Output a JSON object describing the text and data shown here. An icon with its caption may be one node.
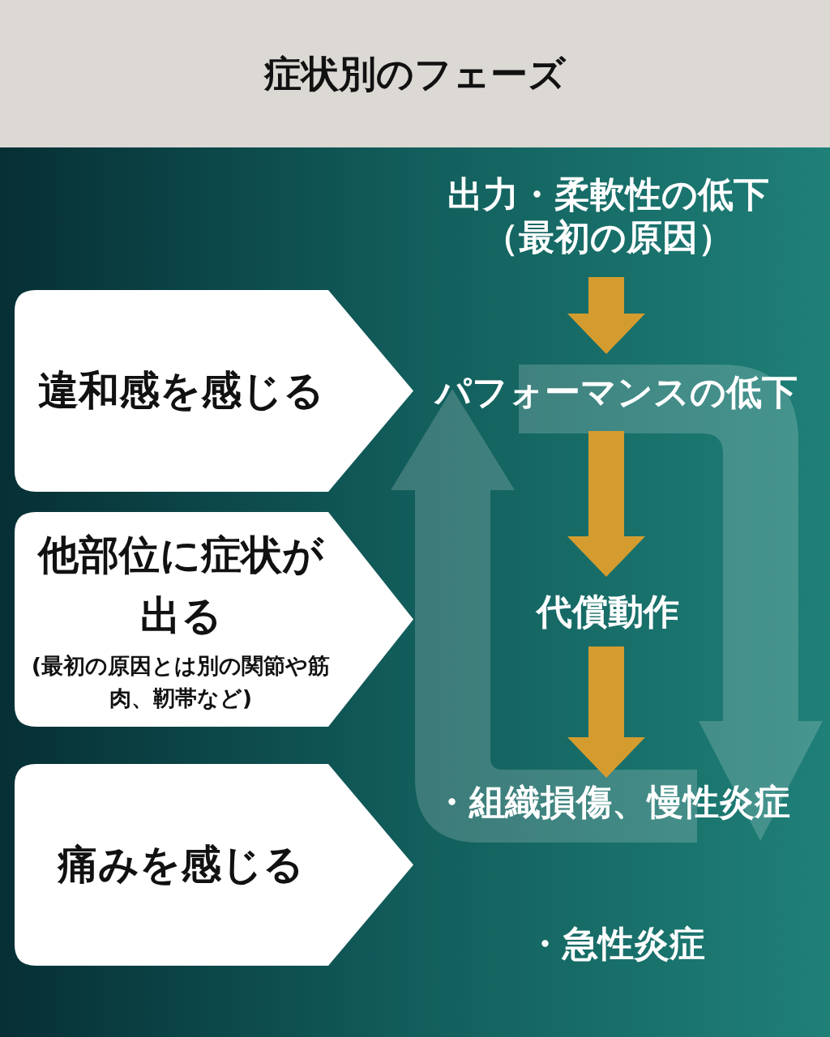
{
  "diagram": {
    "title": "症状別のフェーズ",
    "nodes": [
      {
        "text": [
          "出力・柔軟性の低下（最初の原因）"
        ]
      },
      {
        "text": [
          "パフォーマンスの低下"
        ]
      },
      {
        "text": [
          "代償動作"
        ]
      },
      {
        "text": [
          "・組織損傷、慢性炎症"
        ]
      },
      {
        "text": [
          "・急性炎症"
        ]
      },
      {
        "text": [
          "違和感を感じる"
        ]
      },
      {
        "text": [
          "他部位に症状が出る",
          "(最初の原因とは別の関節や筋肉、靭帯など)"
        ]
      },
      {
        "text": [
          "痛みを感じる"
        ]
      }
    ],
    "edges": [
      {
        "from": 0,
        "to": 1,
        "arrow": "to"
      },
      {
        "from": 1,
        "to": 2,
        "arrow": "to"
      },
      {
        "from": 2,
        "to": 3,
        "arrow": "to"
      }
    ]
  }
}
